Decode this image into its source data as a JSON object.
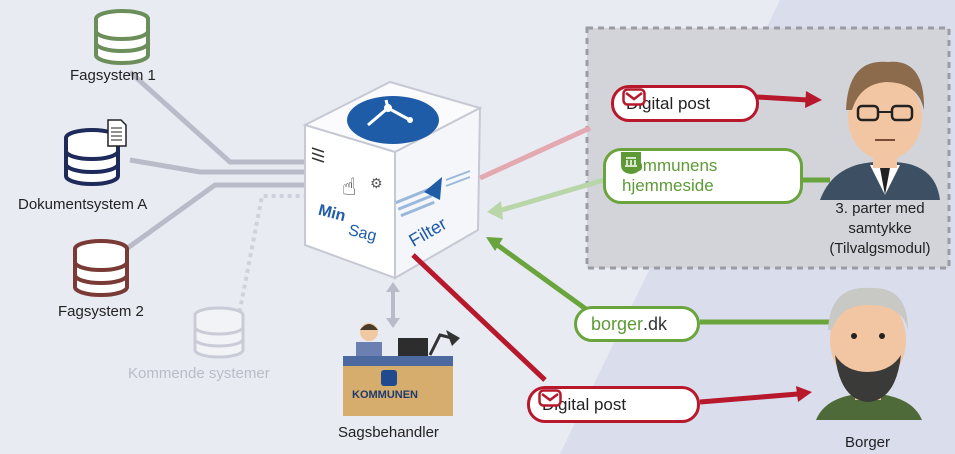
{
  "systems": {
    "fagsystem1": "Fagsystem 1",
    "dokumentsystem": "Dokumentsystem A",
    "fagsystem2": "Fagsystem 2",
    "kommende": "Kommende systemer"
  },
  "cube": {
    "left_text_1": "Min",
    "left_text_2": "Sag",
    "right_text": "Filter"
  },
  "desk": {
    "sign": "KOMMUNEN"
  },
  "people": {
    "sagsbehandler": "Sagsbehandler",
    "third_party_line1": "3. parter med",
    "third_party_line2": "samtykke",
    "third_party_line3": "(Tilvalgsmodul)",
    "borger": "Borger"
  },
  "channels": {
    "digital_post_top": "Digital post",
    "kommunens_line1": "Kommunens",
    "kommunens_line2": "hjemmeside",
    "borger_dk_1": "borger",
    "borger_dk_2": ".dk",
    "digital_post_bottom": "Digital post"
  },
  "colors": {
    "background": "#e9ebf3",
    "right_panel": "#d8dceb",
    "red": "#b7182c",
    "green": "#6aa43d",
    "cube_blue": "#1f5ca8"
  }
}
